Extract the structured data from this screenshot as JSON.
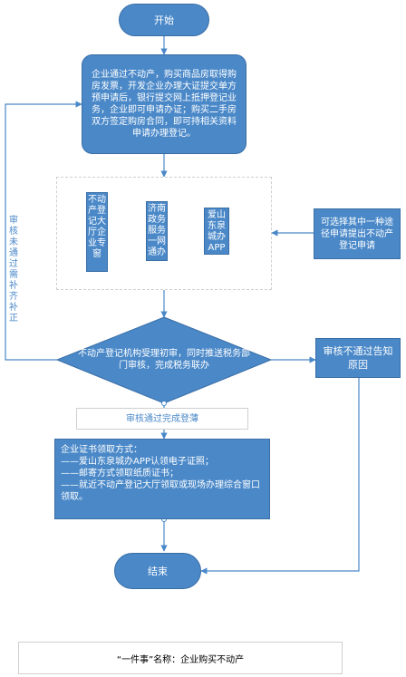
{
  "flow": {
    "start_label": "开始",
    "step1_text": "企业通过不动产，购买商品房取得购房发票，开发企业办理大证提交单方预申请后，银行提交网上抵押登记业务，企业即可申请办证；购买二手房双方签定购房合同，即可持相关资料申请办理登记。",
    "channels": [
      {
        "label": "不动产登记大厅企业专窗"
      },
      {
        "label": "济南政务服务一网通办"
      },
      {
        "label": "爱山东泉城办APP"
      }
    ],
    "channel_note": "可选择其中一种途径申请提出不动产登记申请",
    "side_note": "审核未通过需补齐补正",
    "decision_text": "不动产登记机构受理初审，同时推送税务部门审核，完成税务联办",
    "fail_box": "审核不通过告知原因",
    "pass_label": "审核通过完成登薄",
    "cert_title": "企业证书领取方式：",
    "cert_lines": [
      "——爱山东泉城办APP认领电子证照；",
      "——邮寄方式领取纸质证书；",
      "——就近不动产登记大厅领取或现场办理综合窗口领取。"
    ],
    "end_label": "结束"
  },
  "footer": {
    "caption": "“一件事”名称：企业购买不动产"
  }
}
